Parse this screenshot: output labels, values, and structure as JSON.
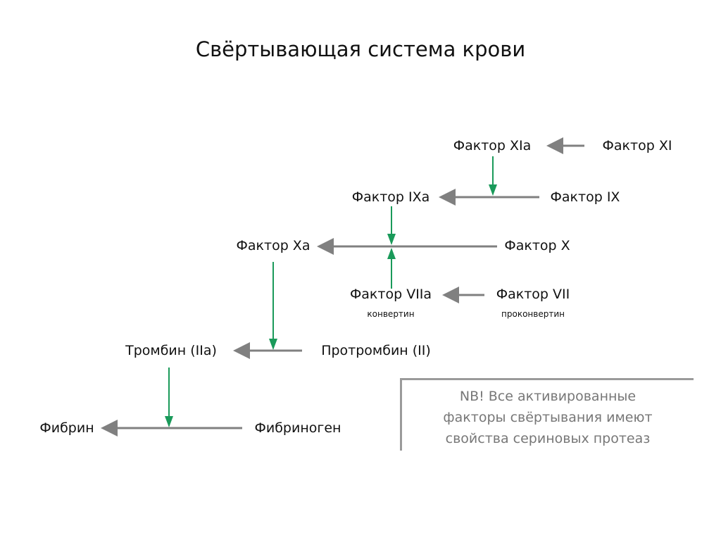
{
  "title": "Свёртывающая система крови",
  "nodes": {
    "f11a": "Фактор XIa",
    "f11": "Фактор XI",
    "f9a": "Фактор IXa",
    "f9": "Фактор IX",
    "f10a": "Фактор Xa",
    "f10": "Фактор X",
    "f7a": "Фактор VIIa",
    "f7a_sub": "конвертин",
    "f7": "Фактор VII",
    "f7_sub": "проконвертин",
    "thrombin": "Тромбин (IIa)",
    "prothrombin": "Протромбин (II)",
    "fibrin": "Фибрин",
    "fibrinogen": "Фибриноген"
  },
  "note": {
    "lines": [
      "NB! Все активированные",
      "факторы свёртывания имеют",
      "свойства сериновых протеаз"
    ]
  },
  "colors": {
    "conversion_arrow": "#808080",
    "activation_arrow": "#1a9a5a",
    "note_text": "#777777"
  }
}
